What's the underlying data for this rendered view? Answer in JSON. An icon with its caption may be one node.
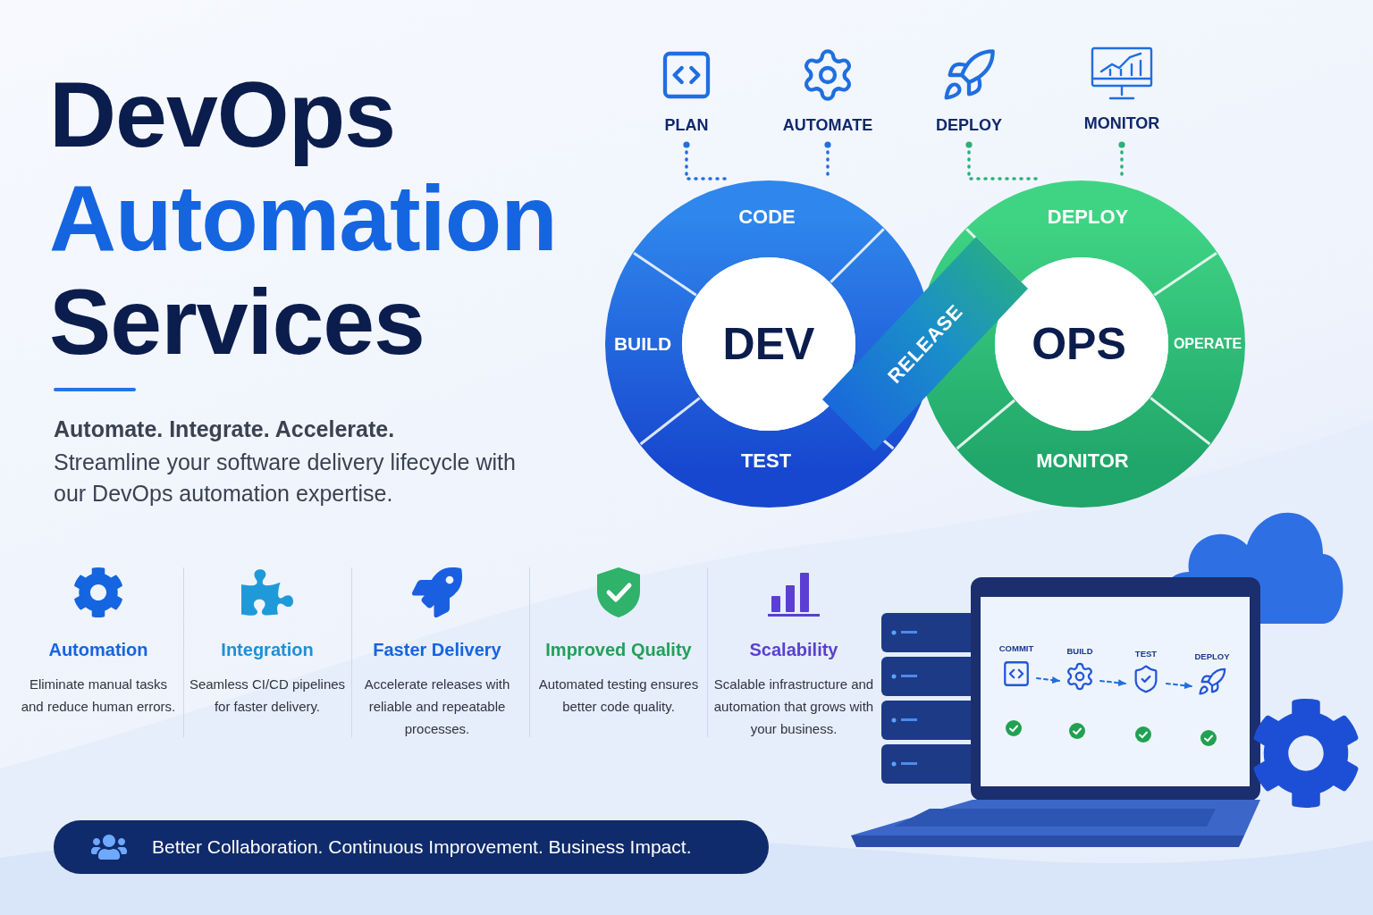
{
  "diagram": {
    "title": "DevOps Automation Services",
    "nodes": [
      {
        "text": [
          "PLAN"
        ]
      },
      {
        "text": [
          "AUTOMATE"
        ]
      },
      {
        "text": [
          "DEPLOY"
        ]
      },
      {
        "text": [
          "MONITOR"
        ]
      },
      {
        "text": [
          "CODE",
          "BUILD",
          "DEV",
          "TEST"
        ]
      },
      {
        "text": [
          "RELEASE"
        ]
      },
      {
        "text": [
          "DEPLOY",
          "OPS",
          "OPERATE",
          "MONITOR"
        ]
      },
      {
        "text": [
          "COMMIT"
        ]
      },
      {
        "text": [
          "BUILD"
        ]
      },
      {
        "text": [
          "TEST"
        ]
      },
      {
        "text": [
          "DEPLOY"
        ]
      },
      {
        "text": [
          "Better Collaboration. Continuous Improvement. Business Impact."
        ]
      }
    ],
    "edges": [
      {
        "from": 0,
        "to": 4,
        "arrow": "other",
        "style": "dashed"
      },
      {
        "from": 1,
        "to": 4,
        "arrow": "other",
        "style": "dashed"
      },
      {
        "from": 2,
        "to": 6,
        "arrow": "other",
        "style": "dashed",
        "color": "#2bb07a"
      },
      {
        "from": 3,
        "to": 6,
        "arrow": "other",
        "style": "dashed",
        "color": "#2bb07a"
      },
      {
        "from": 7,
        "to": 8,
        "arrow": "to",
        "style": "dashed"
      },
      {
        "from": 8,
        "to": 9,
        "arrow": "to",
        "style": "dashed"
      },
      {
        "from": 9,
        "to": 10,
        "arrow": "to",
        "style": "dashed"
      }
    ],
    "labels": [
      "Automate. Integrate. Accelerate.",
      "Streamline your software delivery lifecycle with our DevOps automation expertise.",
      "Automation",
      "Eliminate manual tasks and reduce human errors.",
      "Integration",
      "Seamless CI/CD pipelines for faster delivery.",
      "Faster Delivery",
      "Accelerate releases with reliable and repeatable processes.",
      "Improved Quality",
      "Automated testing ensures better code quality.",
      "Scalability",
      "Scalable infrastructure and automation that grows with your business."
    ]
  }
}
